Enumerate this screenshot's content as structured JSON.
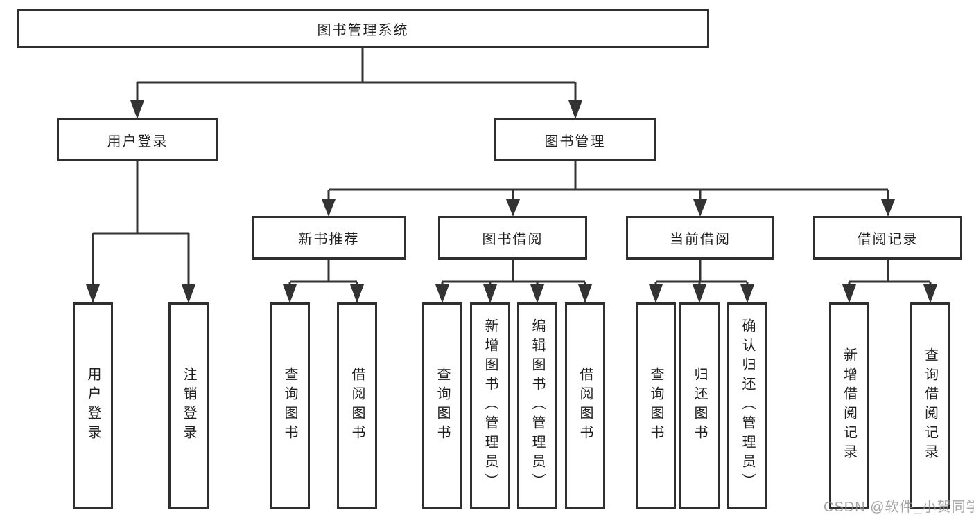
{
  "colors": {
    "line": "#333333",
    "box_border": "#2f2f2f",
    "box_bg": "#ffffff",
    "text": "#1f1f1f",
    "watermark": "#8f8f8f"
  },
  "watermark": "CSDN @软件_小贺同学",
  "tree": {
    "label": "图书管理系统",
    "children": [
      {
        "label": "用户登录",
        "children": [
          {
            "label": "用户登录"
          },
          {
            "label": "注销登录"
          }
        ]
      },
      {
        "label": "图书管理",
        "children": [
          {
            "label": "新书推荐",
            "children": [
              {
                "label": "查询图书"
              },
              {
                "label": "借阅图书"
              }
            ]
          },
          {
            "label": "图书借阅",
            "children": [
              {
                "label": "查询图书"
              },
              {
                "label": "新增图书（管理员）"
              },
              {
                "label": "编辑图书（管理员）"
              },
              {
                "label": "借阅图书"
              }
            ]
          },
          {
            "label": "当前借阅",
            "children": [
              {
                "label": "查询图书"
              },
              {
                "label": "归还图书"
              },
              {
                "label": "确认归还（管理员）"
              }
            ]
          },
          {
            "label": "借阅记录",
            "children": [
              {
                "label": "新增借阅记录"
              },
              {
                "label": "查询借阅记录"
              }
            ]
          }
        ]
      }
    ]
  }
}
